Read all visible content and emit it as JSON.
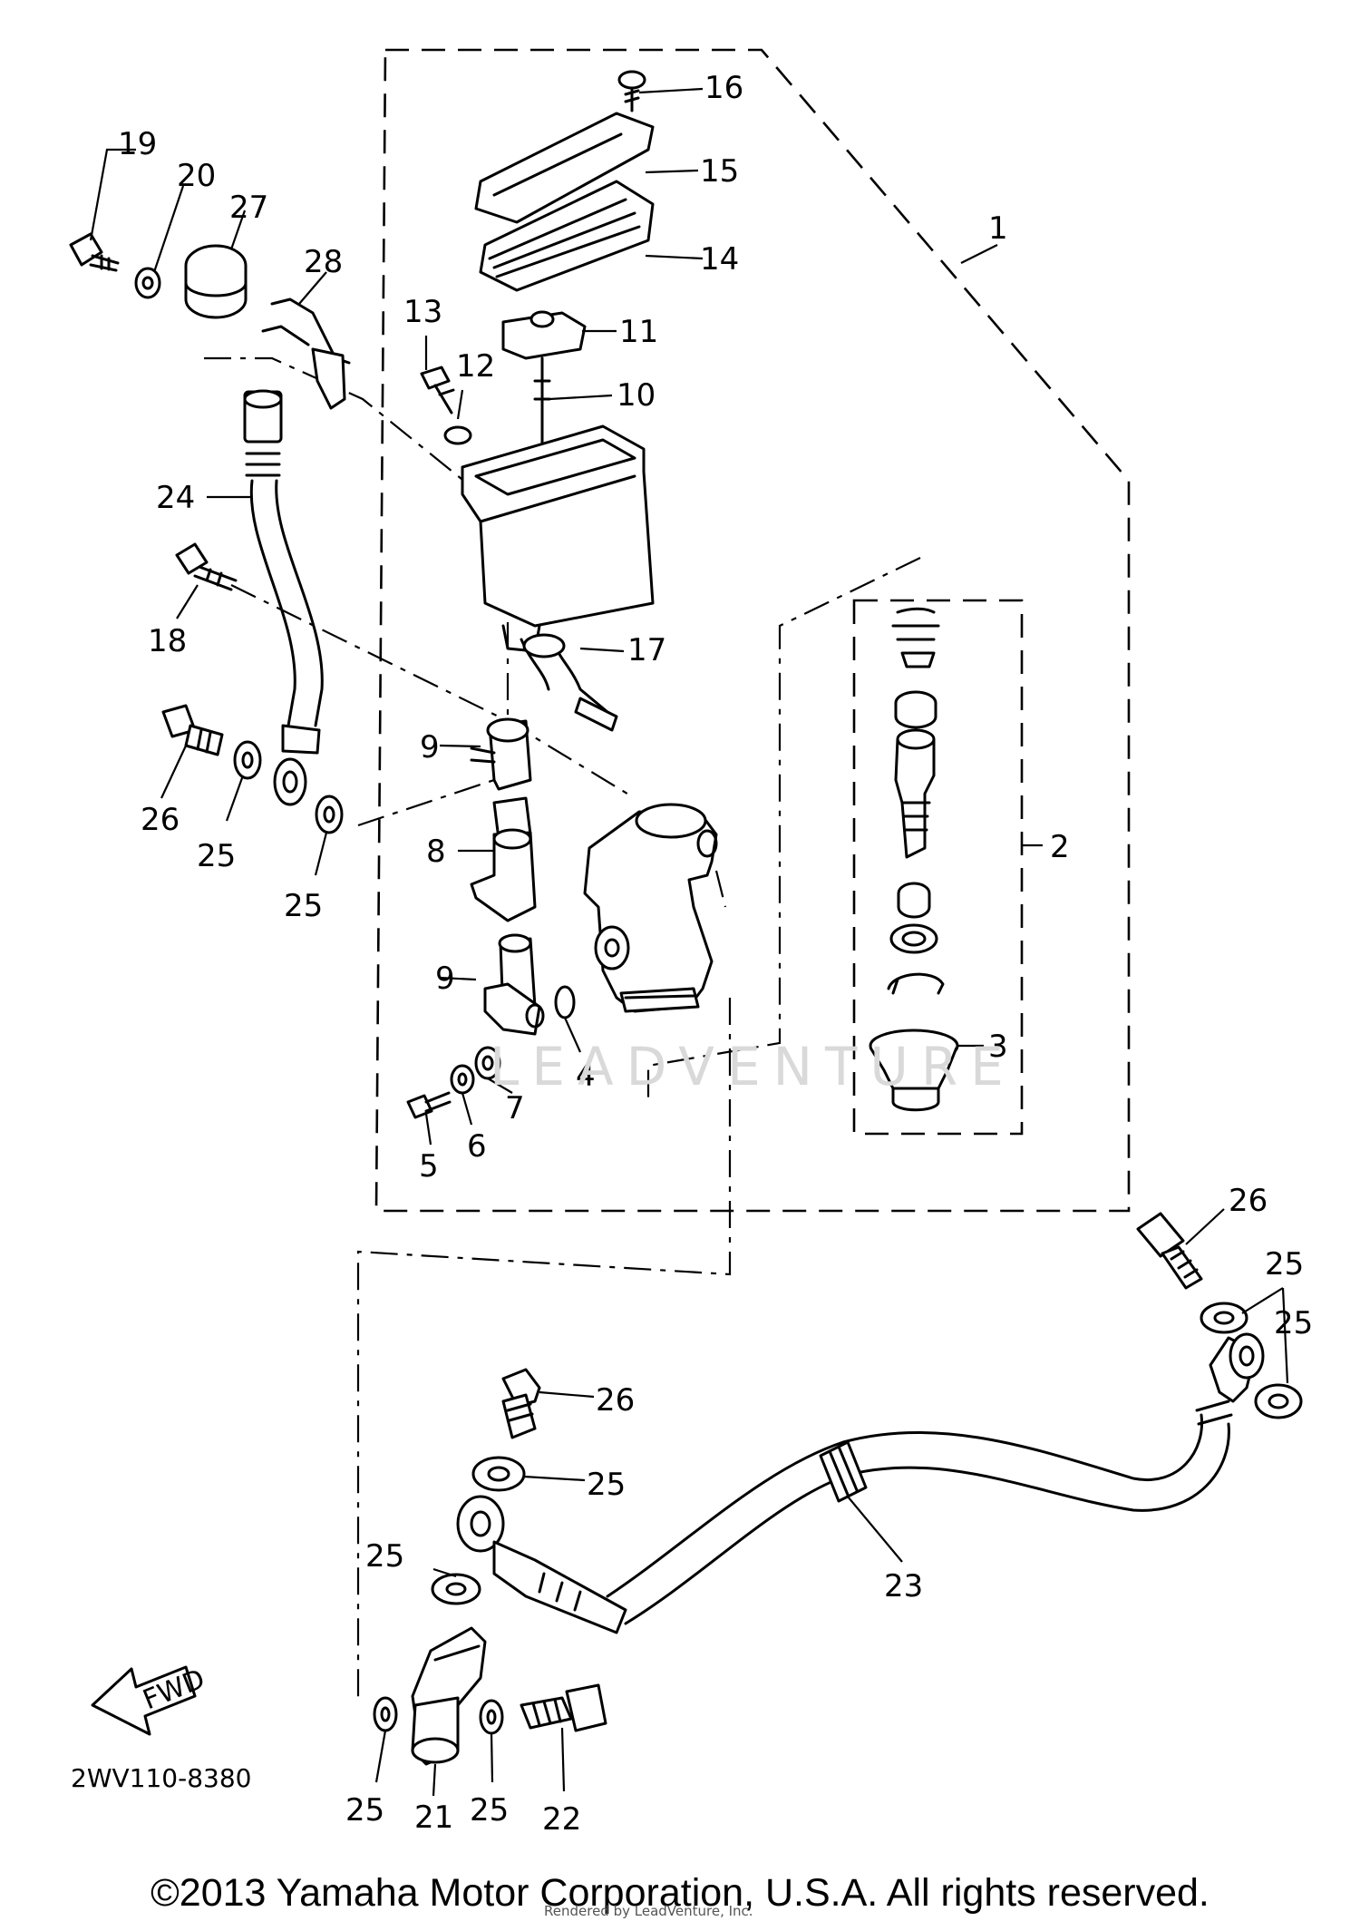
{
  "diagram": {
    "code": "2WV110-8380",
    "watermark": "LEADVENTURE",
    "fwd_label": "FWD",
    "callouts": [
      "1",
      "2",
      "3",
      "4",
      "5",
      "6",
      "7",
      "8",
      "9",
      "9",
      "10",
      "11",
      "12",
      "13",
      "14",
      "15",
      "16",
      "17",
      "18",
      "19",
      "20",
      "21",
      "22",
      "23",
      "24",
      "25",
      "25",
      "25",
      "25",
      "25",
      "25",
      "25",
      "25",
      "26",
      "26",
      "26",
      "27",
      "28"
    ]
  },
  "copyright": "©2013 Yamaha Motor Corporation, U.S.A. All rights reserved.",
  "credit": "Rendered by LeadVenture, Inc."
}
